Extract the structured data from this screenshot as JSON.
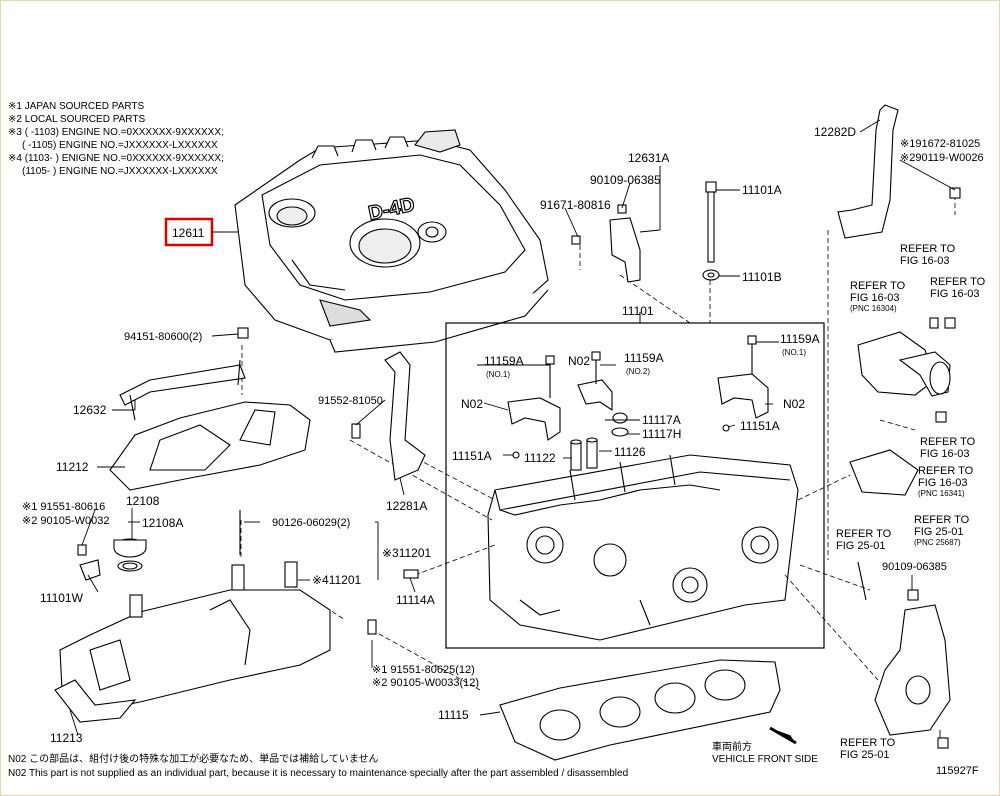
{
  "notes": [
    "※1 JAPAN SOURCED PARTS",
    "※2 LOCAL SOURCED PARTS",
    "※3 (       -1103) ENGINE NO.=0XXXXXX-9XXXXXX;",
    "(       -1105) ENGINE NO.=JXXXXXX-LXXXXXX",
    "※4 (1103-        ) ENIGNE NO.=0XXXXXX-9XXXXXX;",
    "(1105-        ) ENGINE NO.=JXXXXXX-LXXXXXX"
  ],
  "highlight": {
    "part": "12611",
    "color": "#e00000"
  },
  "parts": {
    "p12611": "12611",
    "p12631A": "12631A",
    "p90109_06385_top": "90109-06385",
    "p91671": "91671-80816",
    "p11101A": "11101A",
    "p11101B": "11101B",
    "p12282D": "12282D",
    "p191672": "※191672-81025",
    "p290119": "※290119-W0026",
    "p94151": "94151-80600(2)",
    "p12632": "12632",
    "p11212": "11212",
    "p91552": "91552-81050",
    "p12281A": "12281A",
    "p11101": "11101",
    "p11159A_1": "11159A",
    "p11159A_1_sub": "(NO.1)",
    "pN02_a": "N02",
    "p11159A_2": "11159A",
    "p11159A_2_sub": "(NO.2)",
    "p11159A_3": "11159A",
    "p11159A_3_sub": "(NO.1)",
    "pN02_b": "N02",
    "pN02_c": "N02",
    "p11117A": "11117A",
    "p11117H": "11117H",
    "p11151A_l": "11151A",
    "p11151A_r": "11151A",
    "p11122": "11122",
    "p11126": "11126",
    "p91551_top": "※1 91551-80616",
    "p90105_top": "※2 90105-W0032",
    "p12108": "12108",
    "p12108A": "12108A",
    "p90126": "90126-06029(2)",
    "p311201": "※311201",
    "p411201": "※411201",
    "p11101W": "11101W",
    "p11114A": "11114A",
    "p91551_bot": "※1 91551-80625(12)",
    "p90105_bot": "※2 90105-W0033(12)",
    "p11213": "11213",
    "p11115": "11115",
    "p90109_06385_r": "90109-06385"
  },
  "refs": {
    "r1": [
      "REFER TO",
      "FIG 16-03",
      "(PNC 16304)"
    ],
    "r2": [
      "REFER TO",
      "FIG 16-03"
    ],
    "r3": [
      "REFER TO",
      "FIG 16-03"
    ],
    "r4": [
      "REFER TO",
      "FIG 16-03"
    ],
    "r5": [
      "REFER TO",
      "FIG 16-03",
      "(PNC 16341)"
    ],
    "r6": [
      "REFER TO",
      "FIG 25-01"
    ],
    "r7": [
      "REFER TO",
      "FIG 25-01",
      "(PNC 25687)"
    ],
    "r8": [
      "REFER TO",
      "FIG 25-01"
    ]
  },
  "cover_marking": "D-4D",
  "direction": {
    "jp": "車両前方",
    "en": "VEHICLE FRONT SIDE"
  },
  "footnote_jp": "N02  この部品は、組付け後の特殊な加工が必要なため、単品では補給していません",
  "footnote_en": "N02  This part is not supplied as an individual part, because it is necessary to maintenance specially after the part assembled / disassembled",
  "figure_id": "115927F"
}
